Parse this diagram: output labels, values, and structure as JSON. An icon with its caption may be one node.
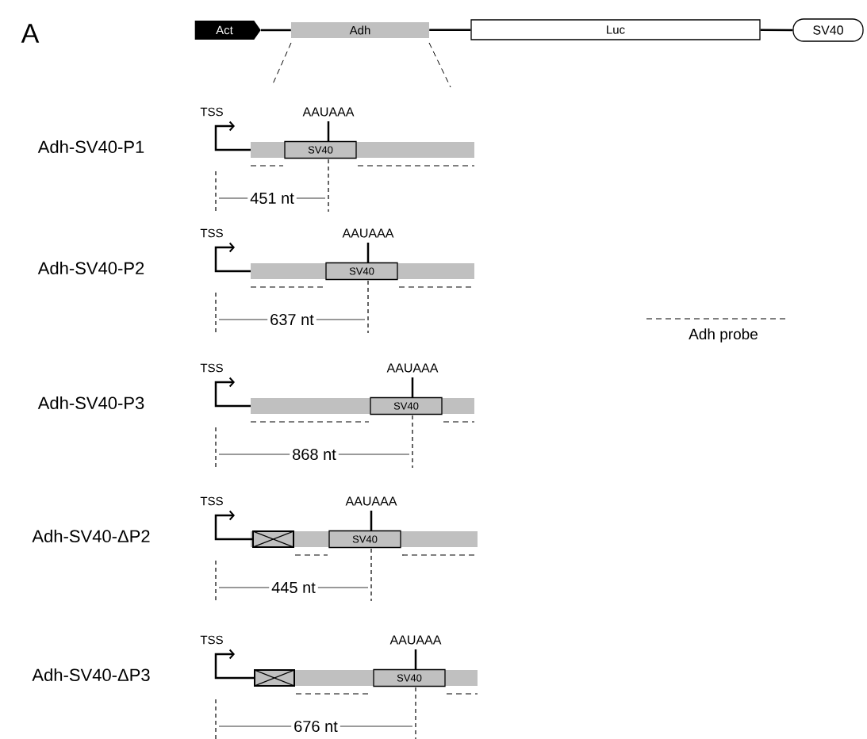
{
  "diagram": {
    "nodes": [
      {
        "text": [
          "Act"
        ]
      },
      {
        "text": [
          "Adh"
        ]
      },
      {
        "text": [
          "Luc"
        ]
      },
      {
        "text": [
          "SV40"
        ]
      },
      {
        "text": [
          "SV40"
        ],
        "beside": [
          "AAUAAA"
        ]
      },
      {
        "text": [
          "SV40"
        ],
        "beside": [
          "AAUAAA"
        ]
      },
      {
        "text": [
          "SV40"
        ],
        "beside": [
          "AAUAAA"
        ]
      },
      {
        "text": [],
        "shape": "box"
      },
      {
        "text": [
          "SV40"
        ],
        "beside": [
          "AAUAAA"
        ]
      },
      {
        "text": [],
        "shape": "box"
      },
      {
        "text": [
          "SV40"
        ],
        "beside": [
          "AAUAAA"
        ]
      }
    ],
    "edges": [
      {
        "from": 0,
        "to": 1,
        "arrow": "none"
      },
      {
        "from": 1,
        "to": 2,
        "arrow": "none"
      },
      {
        "from": 2,
        "to": 3,
        "arrow": "none"
      }
    ],
    "labels": [
      "A",
      "TSS",
      "Adh-SV40-P1",
      "451 nt",
      "TSS",
      "Adh-SV40-P2",
      "637 nt",
      "TSS",
      "Adh-SV40-P3",
      "868 nt",
      "TSS",
      "Adh-SV40-ΔP2",
      "445 nt",
      "TSS",
      "Adh-SV40-ΔP3",
      "676 nt"
    ],
    "legend": [
      {
        "text": "Adh probe"
      }
    ]
  }
}
